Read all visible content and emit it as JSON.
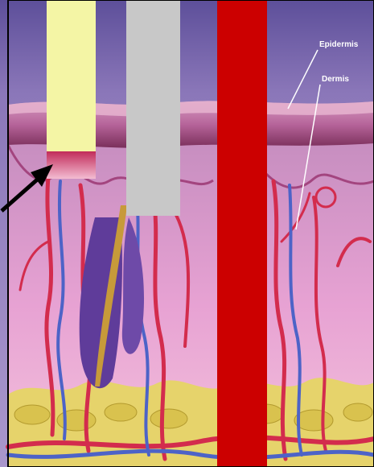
{
  "labels": {
    "epidermis": "Epidermis",
    "dermis": "Dermis"
  },
  "colors": {
    "background_top": "#6b5fa6",
    "background_mid": "#9a84c3",
    "epidermis_band": "#cf8fb6",
    "dermis": "#e8a6d6",
    "fat": "#e6d36b",
    "vessel_red": "#d32c4d",
    "vessel_blue": "#4d63c7",
    "bar_yellow": "#f4f5a5",
    "bar_gray": "#c8c8c8",
    "bar_red": "#cc0000",
    "hair_purple": "#5f3c9a",
    "arrow": "#000000"
  },
  "bars": [
    {
      "name": "yellow-bar",
      "color": "#f4f5a5"
    },
    {
      "name": "gray-bar",
      "color": "#c8c8c8"
    },
    {
      "name": "red-bar",
      "color": "#cc0000"
    }
  ]
}
